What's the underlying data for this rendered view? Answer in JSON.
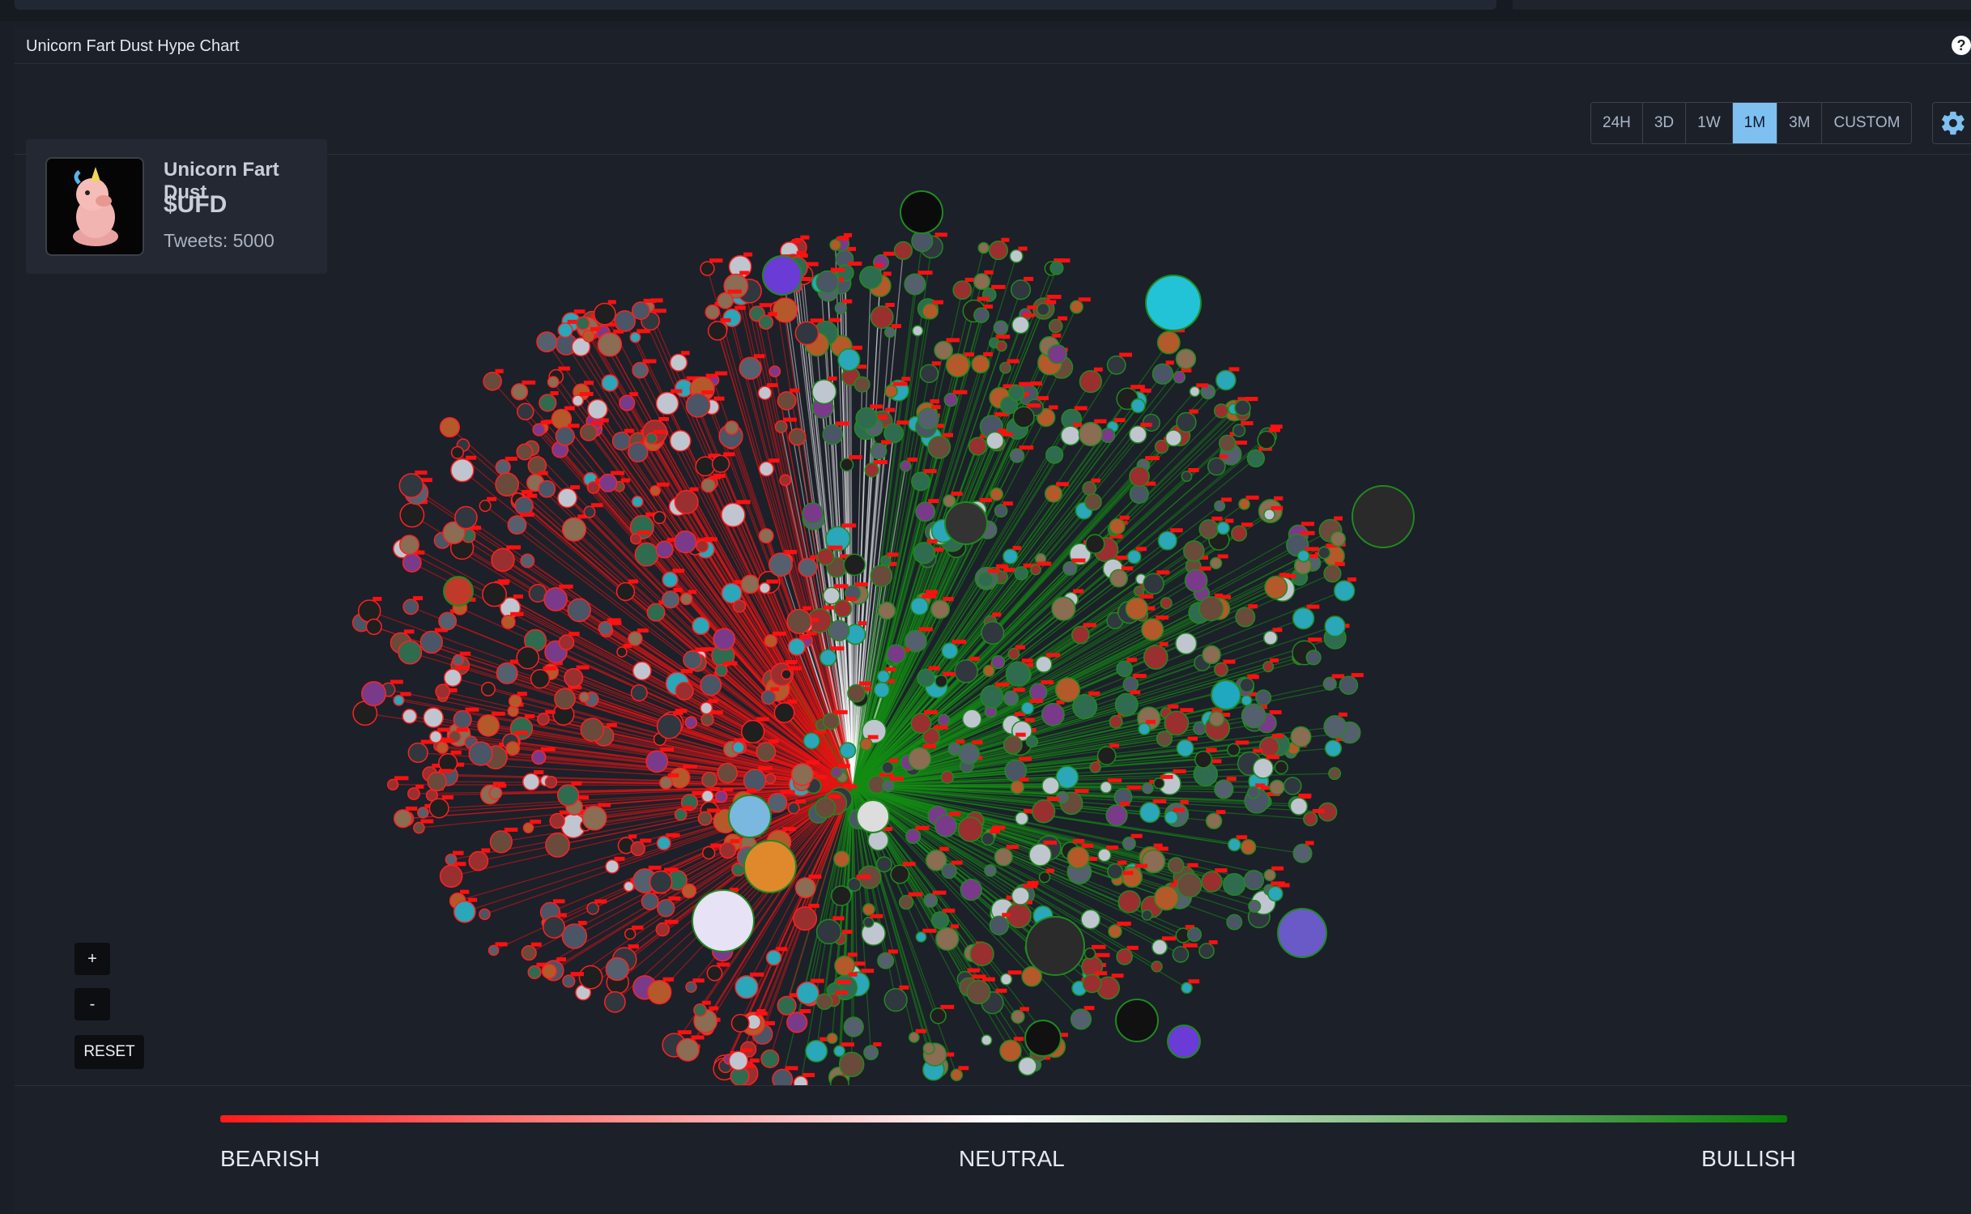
{
  "header": {
    "title": "Unicorn Fart Dust Hype Chart",
    "help_label": "?"
  },
  "time_ranges": {
    "options": [
      "24H",
      "3D",
      "1W",
      "1M",
      "3M",
      "CUSTOM"
    ],
    "selected": "1M"
  },
  "token": {
    "name": "Unicorn Fart Dust",
    "symbol": "$UFD",
    "tweets_label": "Tweets: 5000"
  },
  "controls": {
    "zoom_in": "+",
    "zoom_out": "-",
    "reset": "RESET"
  },
  "legend": {
    "left": "BEARISH",
    "center": "NEUTRAL",
    "right": "BULLISH"
  },
  "colors": {
    "bearish": "#ff1a1a",
    "neutral": "#ffffff",
    "bullish": "#0a7a0a",
    "accent": "#7ec0f0",
    "background": "#1c2029"
  }
}
